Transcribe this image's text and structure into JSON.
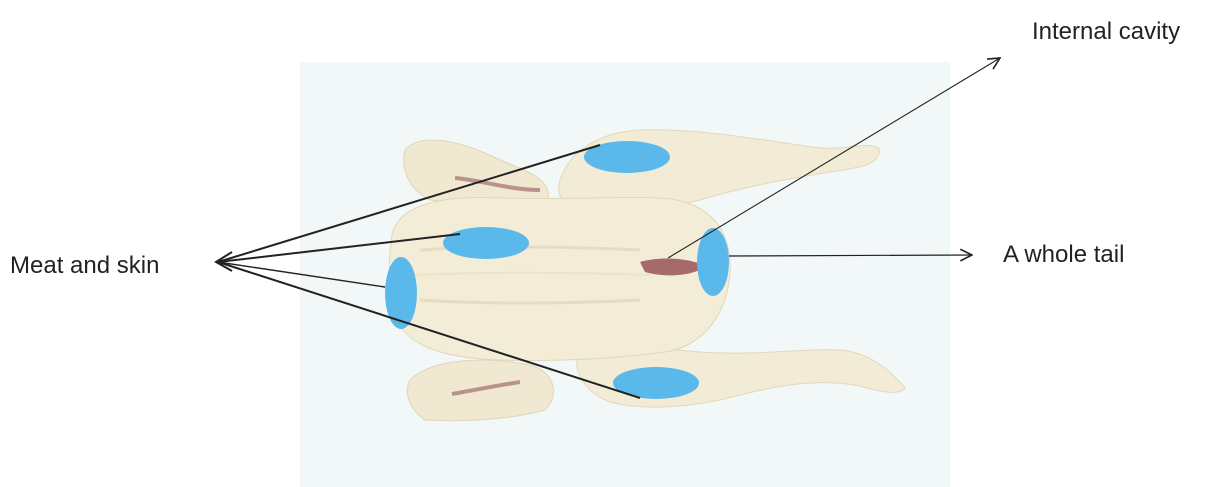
{
  "labels": {
    "internal_cavity": "Internal cavity",
    "meat_and_skin": "Meat and skin",
    "whole_tail": "A whole tail"
  },
  "colors": {
    "sample_spot": "#5bb8ea",
    "photo_background": "#f2f7f8",
    "carcass": "#f1ead4",
    "carcass_shadow": "#e2d8bc",
    "leader_line": "#222222"
  },
  "image": {
    "subject": "raw-chicken-carcass-photo"
  }
}
